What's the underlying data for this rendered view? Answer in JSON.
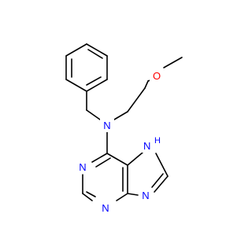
{
  "molecule": {
    "atoms": {
      "O": {
        "label": "O",
        "color": "#ff0000"
      },
      "N_amine": {
        "label": "N",
        "color": "#0000ff"
      },
      "N1": {
        "label": "N",
        "color": "#0000ff"
      },
      "N3": {
        "label": "N",
        "color": "#0000ff"
      },
      "N7": {
        "label": "H",
        "prefix": "N",
        "color": "#0000ff"
      },
      "N9": {
        "label": "N",
        "color": "#0000ff"
      }
    },
    "colors": {
      "bond": "#000000",
      "nitrogen": "#0000ff",
      "oxygen": "#ff0000",
      "background": "#ffffff"
    }
  }
}
